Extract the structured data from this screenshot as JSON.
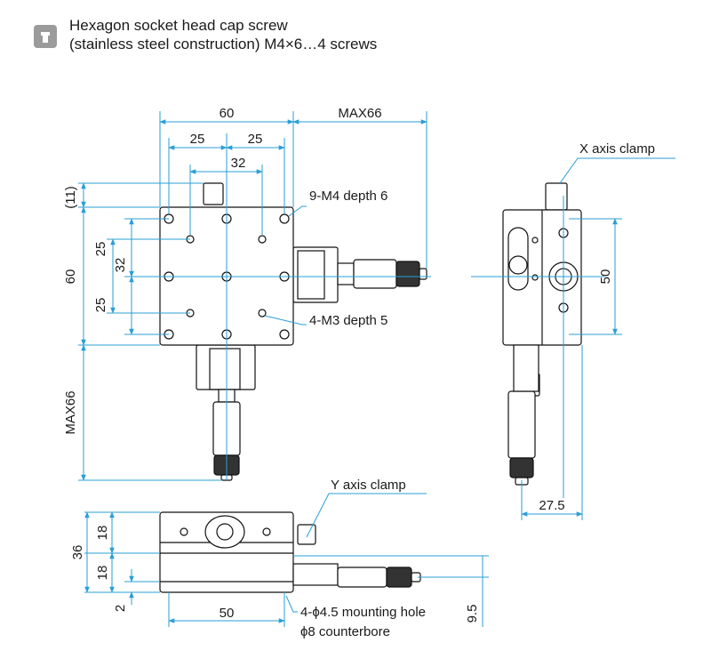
{
  "legend": {
    "icon": "screw-icon",
    "line1": "Hexagon socket head cap screw",
    "line2": "(stainless steel construction) M4×6…4 screws"
  },
  "labels": {
    "top_60": "60",
    "top_max66": "MAX66",
    "top_25a": "25",
    "top_25b": "25",
    "top_32": "32",
    "left_11": "(11)",
    "left_60": "60",
    "left_25a": "25",
    "left_32": "32",
    "left_25b": "25",
    "left_max66": "MAX66",
    "callout_m4": "9-M4 depth 6",
    "callout_m3": "4-M3 depth 5",
    "x_clamp": "X axis clamp",
    "right_50": "50",
    "right_275": "27.5",
    "y_clamp": "Y axis clamp",
    "bottom_36": "36",
    "bottom_18a": "18",
    "bottom_18b": "18",
    "bottom_2": "2",
    "bottom_50": "50",
    "bottom_95": "9.5",
    "mount_hole": "4-ϕ4.5 mounting hole",
    "counterbore": "ϕ8 counterbore"
  },
  "colors": {
    "dimension": "#2a9fd6",
    "outline": "#111111",
    "fill": "#ffffff",
    "icon": "#9b9b9b"
  }
}
